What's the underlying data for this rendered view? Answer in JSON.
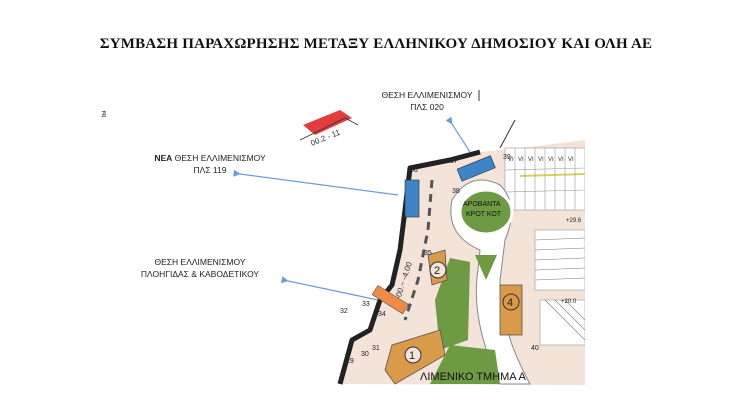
{
  "title": "ΣΥΜΒΑΣΗ ΠΑΡΑΧΩΡΗΣΗΣ ΜΕΤΑΞΥ ΕΛΛΗΝΙΚΟΥ ΔΗΜΟΣΙΟΥ ΚΑΙ ΟΛΗ ΑΕ",
  "stray_mark": "∄",
  "callouts": {
    "pls020": {
      "line1": "ΘΕΣΗ ΕΛΛΙΜΕΝΙΣΜΟΥ",
      "line2": "ΠΛΣ 020"
    },
    "pls119": {
      "line1_bold": "ΝΕΑ",
      "line1": "ΘΕΣΗ ΕΛΛΙΜΕΝΙΣΜΟΥ",
      "line2": "ΠΛΣ 119"
    },
    "pilot": {
      "line1": "ΘΕΣΗ ΕΛΛΙΜΕΝΙΣΜΟΥ",
      "line2": "ΠΛΟΗΓΙΔΑΣ & ΚΑΒΟΔΕΤΙΚΟΥ"
    }
  },
  "map": {
    "berth_numbers": [
      "36",
      "37",
      "38",
      "39",
      "35",
      "34",
      "33",
      "32",
      "31",
      "30",
      "29",
      "40"
    ],
    "zone_numbers": [
      "1",
      "2",
      "4"
    ],
    "depth_label": "-00.~ -4.00",
    "roundabout_label": [
      "ΑΡΟΒΑΝΤΑ",
      "ΚΡΟΤ ΚΟΤ"
    ],
    "bottom_label": "ΛΙΜΕΝΙΚΟ ΤΜΗΜΑ Α",
    "top_edge_label": "00.2 - 11",
    "elev_labels": [
      "+29.6",
      "+20.0"
    ],
    "parking_marks": [
      "VI",
      "VI",
      "VI",
      "VI",
      "VI",
      "VI",
      "VI"
    ],
    "colors": {
      "land": "#f3e3d8",
      "quay_edge": "#222222",
      "grass": "#6f9a44",
      "building": "#d99a4a",
      "berth_blue": "#3f84c5",
      "berth_orange": "#f08a4b",
      "arrow": "#6f9ed0",
      "road": "#ffffff",
      "red_strip": "#e13d3d"
    }
  }
}
